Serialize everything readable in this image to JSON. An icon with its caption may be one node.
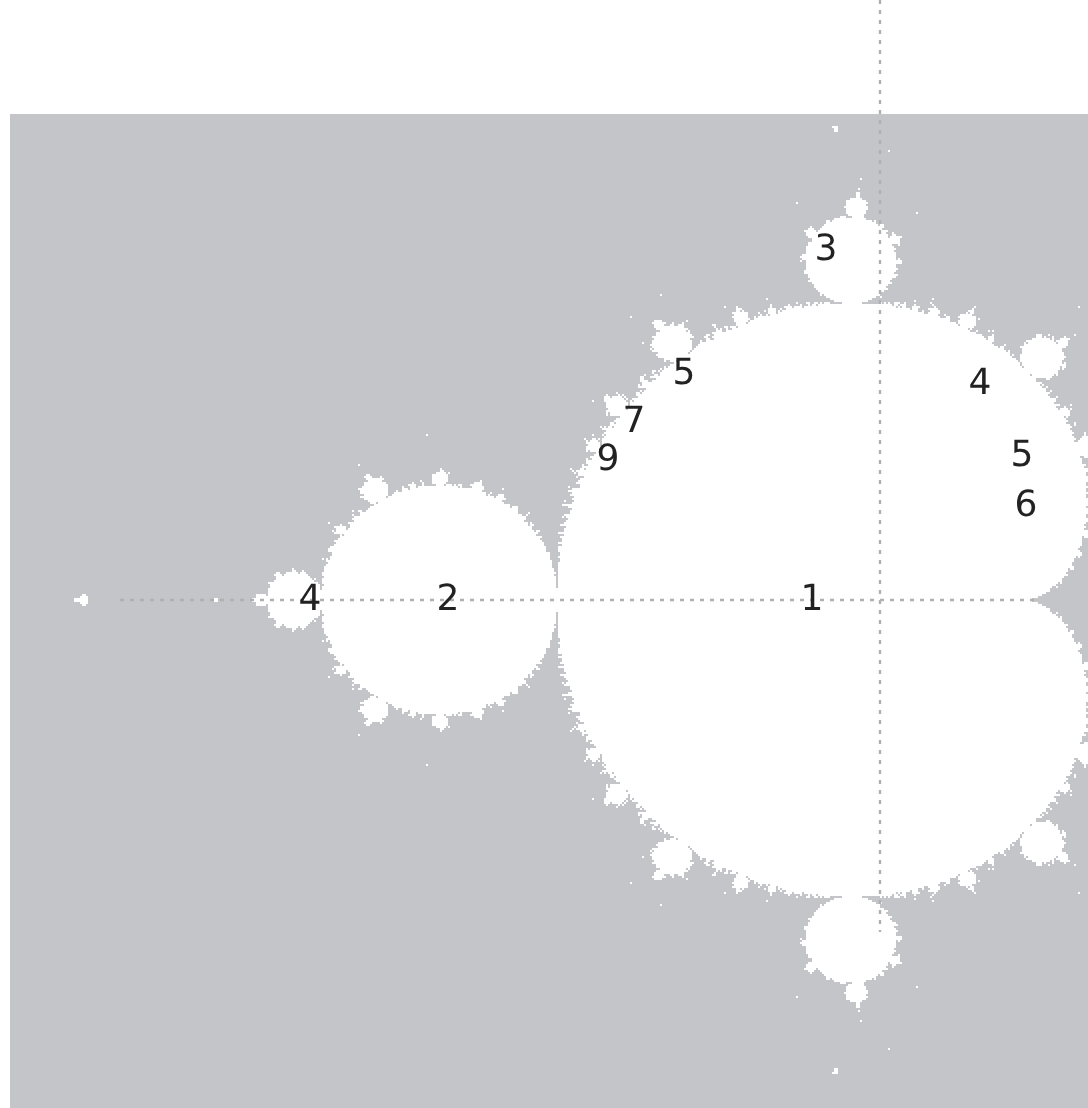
{
  "diagram": {
    "labels": [
      "3",
      "5",
      "4",
      "7",
      "9",
      "5",
      "6",
      "4",
      "2",
      "1"
    ]
  }
}
